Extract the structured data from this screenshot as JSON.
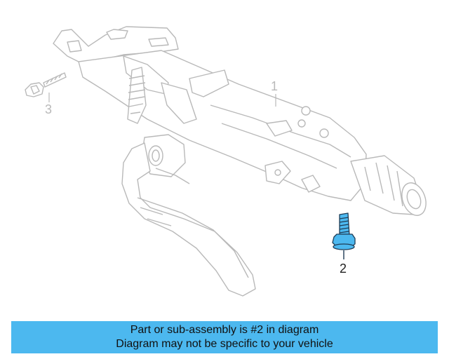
{
  "callouts": {
    "part1": "1",
    "part2": "2",
    "part3": "3"
  },
  "banner": {
    "line1": "Part or sub-assembly is #2 in diagram",
    "line2": "Diagram may not be specific to your vehicle"
  },
  "colors": {
    "ghost_line": "#b9b9b9",
    "highlight_fill": "#4cb8ef",
    "highlight_stroke": "#1f3c55",
    "banner_bg": "#4cb8ef"
  },
  "icons": {
    "highlighted_part": "flange-bolt-icon"
  }
}
